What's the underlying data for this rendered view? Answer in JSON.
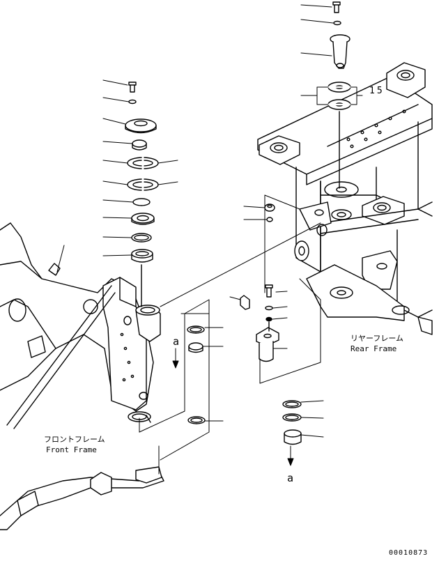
{
  "diagram": {
    "callout_number": "15",
    "arrow_letter_left": "a",
    "arrow_letter_right": "a",
    "front_frame_jp": "フロントフレーム",
    "front_frame_en": "Front Frame",
    "rear_frame_jp": "リヤーフレーム",
    "rear_frame_en": "Rear Frame",
    "figure_id": "00010873"
  }
}
